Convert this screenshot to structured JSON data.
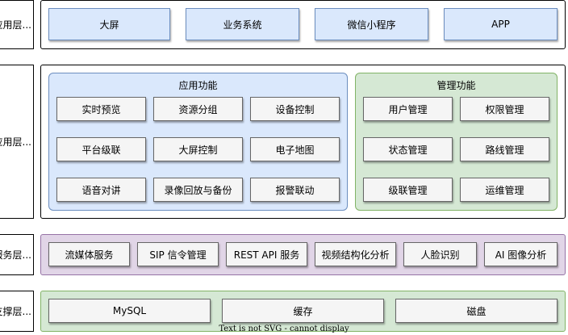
{
  "colors": {
    "app_fill": "#dae8fc",
    "app_stroke": "#6c8ebf",
    "mgmt_fill": "#d5e8d4",
    "mgmt_stroke": "#82b366",
    "service_fill": "#e1d5e7",
    "service_stroke": "#9673a6",
    "support_fill": "#d5e8d4",
    "support_stroke": "#82b366",
    "neutral_fill": "#f5f5f5",
    "neutral_stroke": "#666666"
  },
  "layers": {
    "application": {
      "label": "应用层...",
      "items": [
        "大屏",
        "业务系统",
        "微信小程序",
        "APP"
      ]
    },
    "platform": {
      "label": "台应用层...",
      "app_functions": {
        "title": "应用功能",
        "items": [
          "实时预览",
          "资源分组",
          "设备控制",
          "平台级联",
          "大屏控制",
          "电子地图",
          "语音对讲",
          "录像回放与备份",
          "报警联动"
        ]
      },
      "management_functions": {
        "title": "管理功能",
        "items": [
          "用户管理",
          "权限管理",
          "状态管理",
          "路线管理",
          "级联管理",
          "运维管理"
        ]
      }
    },
    "service": {
      "label": "服务层...",
      "items": [
        "流媒体服务",
        "SIP 信令管理",
        "REST API 服务",
        "视频结构化分析",
        "人脸识别",
        "AI 图像分析"
      ]
    },
    "support": {
      "label": "支撑层...",
      "items": [
        "MySQL",
        "缓存",
        "磁盘"
      ]
    }
  },
  "footer": "Text is not SVG - cannot display"
}
